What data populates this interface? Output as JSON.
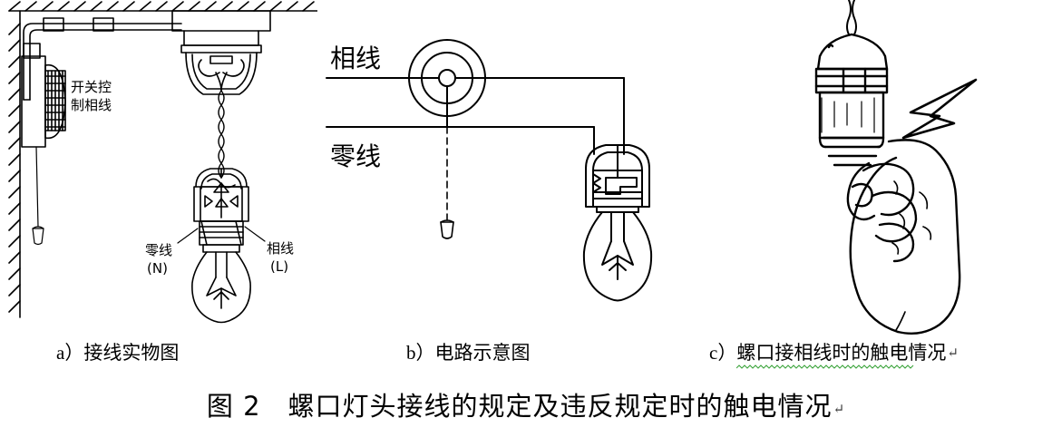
{
  "figure": {
    "title_prefix": "图 2",
    "title_text": "螺口灯头接线的规定及违反规定时的触电情况",
    "title_mark": "↵",
    "background_color": "#ffffff",
    "line_color": "#000000"
  },
  "panels": [
    {
      "id": "a",
      "caption_index": "a）",
      "caption_text": "接线实物图",
      "labels": {
        "switch_line1": "开关控",
        "switch_line2": "制相线",
        "neutral_name": "零线",
        "neutral_code": "(N)",
        "live_name": "相线",
        "live_code": "(L)"
      }
    },
    {
      "id": "b",
      "caption_index": "b）",
      "caption_text": "电路示意图",
      "labels": {
        "live_line": "相线",
        "neutral_line": "零线"
      }
    },
    {
      "id": "c",
      "caption_index": "c）",
      "caption_text": "螺口接相线时的触电情况",
      "caption_mark": "↵",
      "spellcheck_underline_color": "#3aa33a",
      "labels": {}
    }
  ]
}
